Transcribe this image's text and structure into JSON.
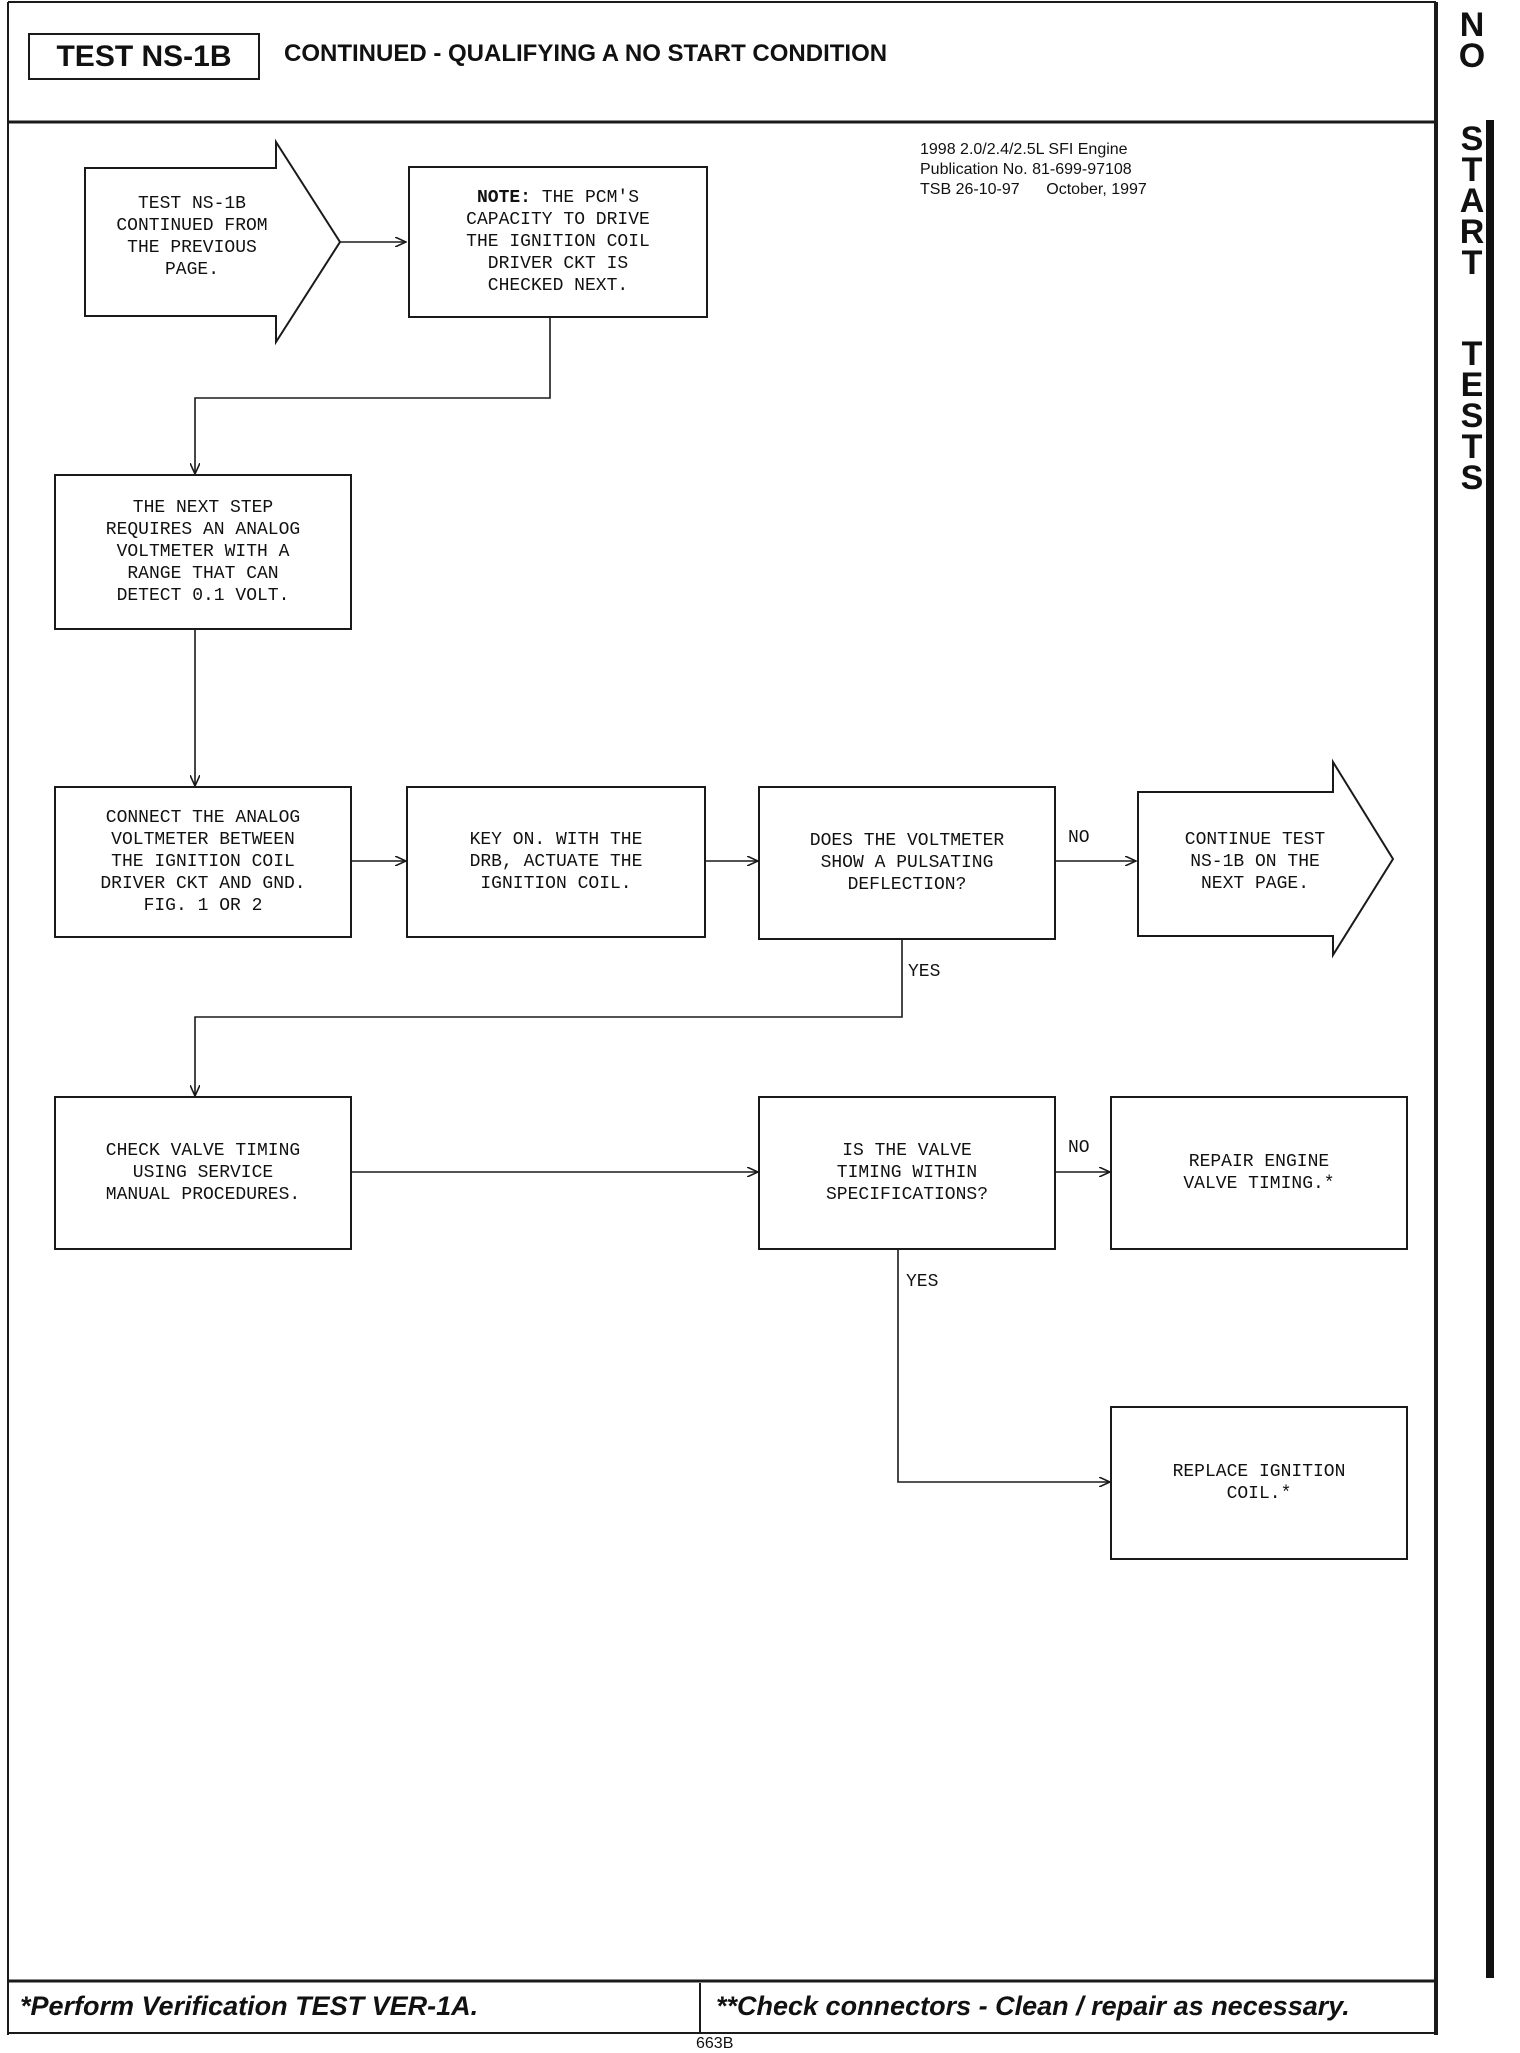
{
  "header": {
    "test_id": "TEST NS-1B",
    "title": "CONTINUED - QUALIFYING A NO START CONDITION"
  },
  "publication": {
    "line1": "1998 2.0/2.4/2.5L SFI Engine",
    "line2": "Publication No. 81-699-97108",
    "line3": "TSB 26-10-97      October, 1997"
  },
  "side_tab": {
    "word1": [
      "N",
      "O"
    ],
    "word2": [
      "S",
      "T",
      "A",
      "R",
      "T"
    ],
    "word3": [
      "T",
      "E",
      "S",
      "T",
      "S"
    ]
  },
  "flow": {
    "start_arrow": "TEST NS-1B\nCONTINUED FROM\nTHE PREVIOUS\nPAGE.",
    "note_label": "NOTE:",
    "note_text": " THE PCM'S\nCAPACITY TO DRIVE\nTHE IGNITION COIL\nDRIVER CKT IS\nCHECKED NEXT.",
    "analog_step": "THE NEXT STEP\nREQUIRES AN ANALOG\nVOLTMETER WITH A\nRANGE THAT CAN\nDETECT 0.1 VOLT.",
    "connect_step": "CONNECT THE ANALOG\nVOLTMETER BETWEEN\nTHE IGNITION COIL\nDRIVER CKT AND GND.\nFIG. 1 OR 2",
    "key_on_step": "KEY ON. WITH THE\nDRB, ACTUATE THE\nIGNITION COIL.",
    "pulsating_question": "DOES THE VOLTMETER\nSHOW A PULSATING\nDEFLECTION?",
    "continue_arrow": "CONTINUE TEST\nNS-1B ON THE\nNEXT PAGE.",
    "valve_check_step": "CHECK VALVE TIMING\nUSING SERVICE\nMANUAL PROCEDURES.",
    "valve_question": "IS THE VALVE\nTIMING WITHIN\nSPECIFICATIONS?",
    "repair_step": "REPAIR ENGINE\nVALVE TIMING.*",
    "replace_step": "REPLACE IGNITION\nCOIL.*",
    "no_label_1": "NO",
    "yes_label_1": "YES",
    "no_label_2": "NO",
    "yes_label_2": "YES"
  },
  "footer": {
    "left": "*Perform Verification TEST VER-1A.",
    "right": "**Check connectors - Clean / repair as necessary."
  },
  "page_number": "663B"
}
